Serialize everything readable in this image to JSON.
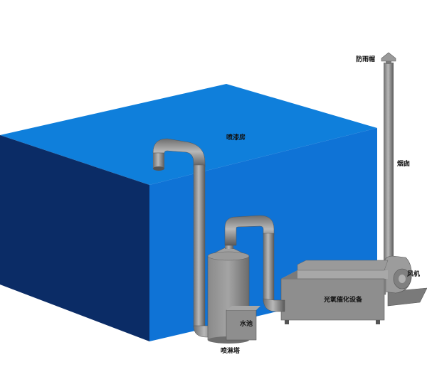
{
  "labels": {
    "spray_booth": "喷漆房",
    "rain_cap": "防雨帽",
    "chimney": "烟囱",
    "fan": "风机",
    "photo_oxygen_device": "光氧催化设备",
    "water_tank": "水池",
    "spray_tower": "喷淋塔"
  },
  "colors": {
    "room_top": "#0f7fd9",
    "room_front": "#1070d0",
    "room_side": "#0a2f6b",
    "equipment": "#8c8c8c",
    "equipment_dark": "#5f5f5f",
    "equipment_light": "#b4b4b4"
  }
}
